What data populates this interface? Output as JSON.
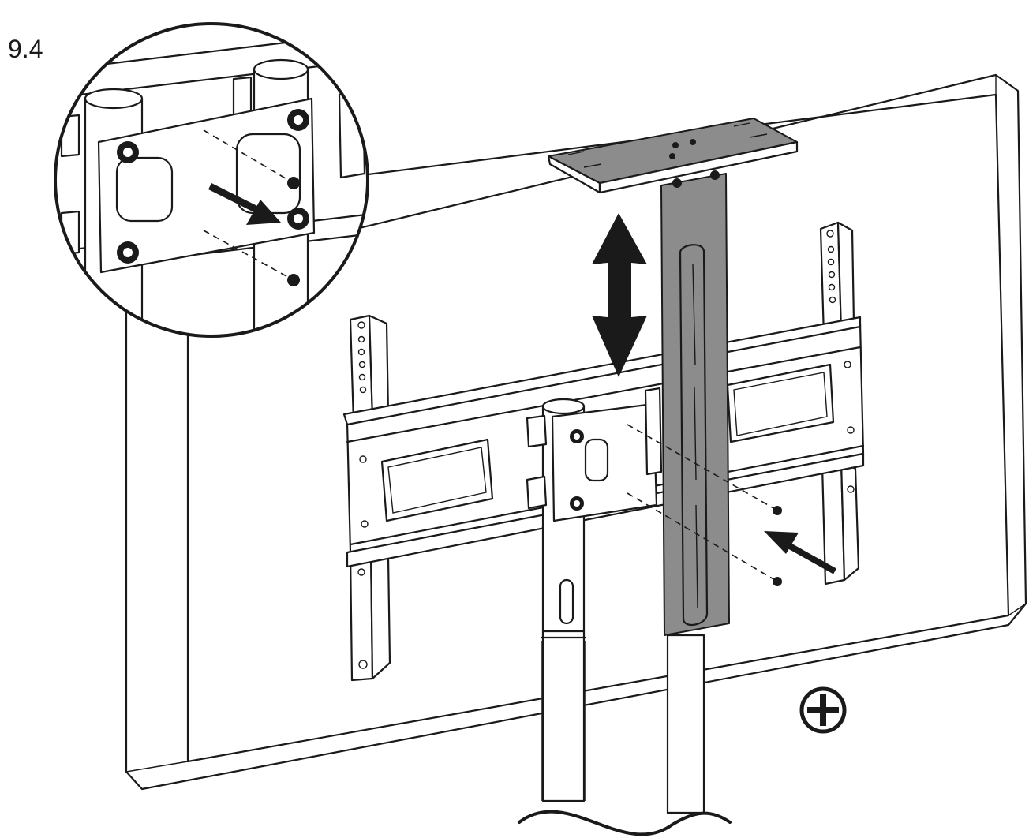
{
  "step_label": "9.4",
  "icons": {
    "screwdriver": "phillips-screwdriver-icon",
    "height_adjust": "double-headed-vertical-arrow",
    "insert_arrow": "insertion-arrow"
  },
  "colors": {
    "line": "#1a1a1a",
    "bracket_fill": "#8c8c8c",
    "background": "#ffffff"
  }
}
